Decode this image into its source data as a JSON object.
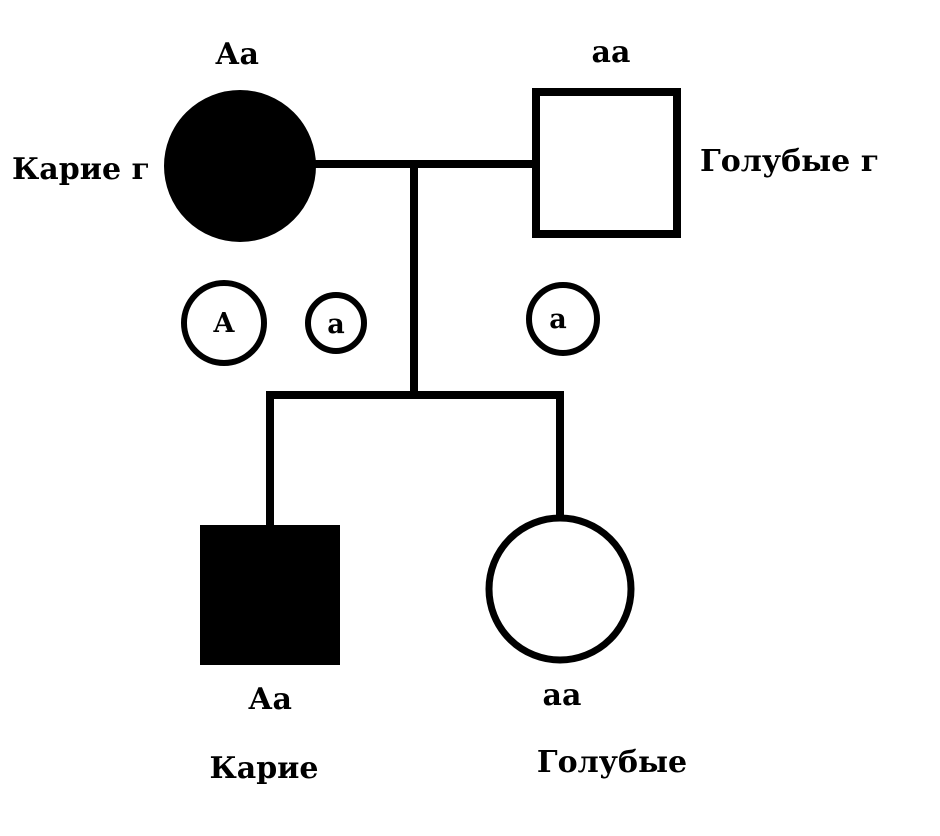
{
  "parents": {
    "mother": {
      "genotype": "Аа",
      "phenotype": "Карие г"
    },
    "father": {
      "genotype": "аа",
      "phenotype": "Голубые г"
    }
  },
  "gametes": {
    "mother": [
      "А",
      "а"
    ],
    "father": [
      "а"
    ]
  },
  "children": {
    "son": {
      "genotype": "Аа",
      "phenotype": "Карие"
    },
    "daughter": {
      "genotype": "аа",
      "phenotype": "Голубые"
    }
  },
  "colors": {
    "stroke": "#000000",
    "fill_affected": "#000000",
    "fill_unaffected": "#ffffff"
  }
}
